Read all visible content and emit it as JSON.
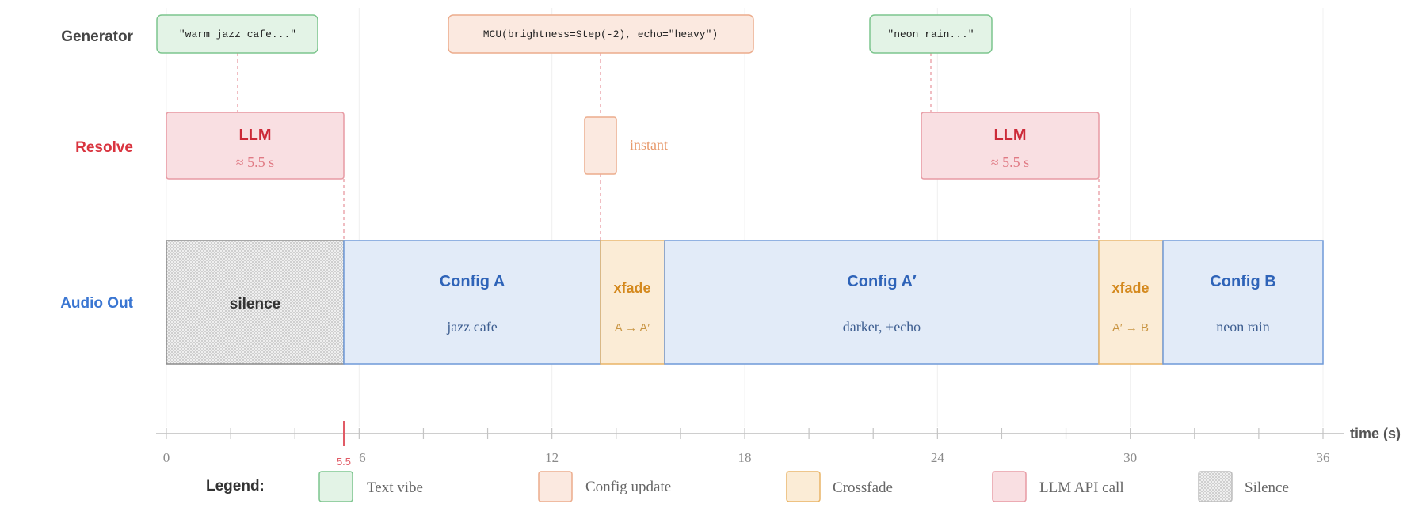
{
  "colors": {
    "text_vibe_fill": "#e3f3e6",
    "text_vibe_stroke": "#7cc58d",
    "config_update_fill": "#fbe9e0",
    "config_update_stroke": "#ecac8c",
    "crossfade_fill": "#fbecd6",
    "crossfade_stroke": "#e9b466",
    "crossfade_text": "#d4891e",
    "llm_fill": "#f9dfe2",
    "llm_stroke": "#e79aa3",
    "llm_text": "#cc2a38",
    "audio_fill": "#e2ebf8",
    "audio_stroke": "#6f99d8",
    "audio_text": "#2e63b8",
    "silence_fill": "#ebebeb",
    "label_generator": "#454545",
    "label_resolve": "#d9343f",
    "label_audio": "#3a76d2"
  },
  "rows": {
    "generator": "Generator",
    "resolve": "Resolve",
    "audio_out": "Audio Out"
  },
  "generator": {
    "vibe1": "\"warm jazz cafe...\"",
    "config_update": "MCU(brightness=Step(-2), echo=\"heavy\")",
    "vibe2": "\"neon rain...\""
  },
  "resolve": {
    "llm1_title": "LLM",
    "llm1_time": "≈ 5.5 s",
    "instant_label": "instant",
    "llm2_title": "LLM",
    "llm2_time": "≈ 5.5 s"
  },
  "audio": {
    "silence": "silence",
    "config_a_title": "Config A",
    "config_a_sub": "jazz cafe",
    "xfade1_title": "xfade",
    "xfade1_sub": "A → A′",
    "config_a2_title": "Config A′",
    "config_a2_sub": "darker, +echo",
    "xfade2_title": "xfade",
    "xfade2_sub": "A′ → B",
    "config_b_title": "Config B",
    "config_b_sub": "neon rain"
  },
  "axis": {
    "label": "time (s)",
    "ticks": [
      "0",
      "6",
      "12",
      "18",
      "24",
      "30",
      "36"
    ],
    "marker": "5.5"
  },
  "timing": {
    "silence": [
      0,
      5.5
    ],
    "config_a": [
      5.5,
      13.5
    ],
    "xfade1": [
      13.5,
      15.5
    ],
    "config_a2": [
      15.5,
      29
    ],
    "xfade2": [
      29,
      31
    ],
    "config_b": [
      31,
      36
    ],
    "llm1": [
      0,
      5.5
    ],
    "instant": [
      13.5,
      14.5
    ],
    "llm2": [
      23.5,
      29
    ]
  },
  "legend": {
    "title": "Legend:",
    "text_vibe": "Text vibe",
    "config_update": "Config update",
    "crossfade": "Crossfade",
    "llm_call": "LLM API call",
    "silence": "Silence"
  }
}
